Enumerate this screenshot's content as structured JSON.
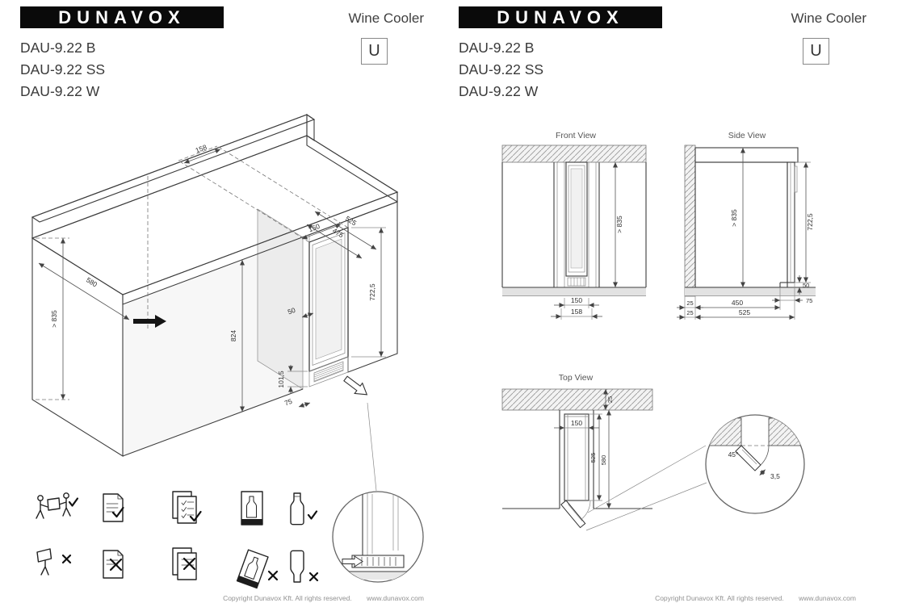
{
  "page_left": {
    "brand": "DUNAVOX",
    "product": "Wine Cooler",
    "models": [
      "DAU-9.22 B",
      "DAU-9.22 SS",
      "DAU-9.22 W"
    ],
    "badge": "U",
    "footer": {
      "copyright": "Copyright Dunavox Kft. All rights reserved.",
      "website": "www.dunavox.com"
    }
  },
  "page_right": {
    "brand": "DUNAVOX",
    "product": "Wine Cooler",
    "models": [
      "DAU-9.22 B",
      "DAU-9.22 SS",
      "DAU-9.22 W"
    ],
    "badge": "U",
    "footer": {
      "copyright": "Copyright Dunavox Kft. All rights reserved.",
      "website": "www.dunavox.com"
    }
  },
  "iso_view": {
    "dims": {
      "backsplash_width": "158",
      "niche_width": "150",
      "depth_total": "525",
      "depth_niche": "475",
      "counter_depth": "580",
      "counter_height": "> 835",
      "niche_height": "824",
      "door_height": "722,5",
      "top_gap": "50",
      "plinth_recess": "75",
      "plinth_height": "101,5"
    }
  },
  "front_view": {
    "title": "Front View",
    "dims": {
      "height": "> 835",
      "width": "150",
      "width_outer": "158"
    }
  },
  "side_view": {
    "title": "Side View",
    "dims": {
      "height": "> 835",
      "door_height": "722,5",
      "gap_back": "25",
      "gap_back2": "25",
      "body_depth": "450",
      "depth_total": "525",
      "plinth_height": "50",
      "plinth_recess": "75"
    }
  },
  "top_view": {
    "title": "Top View",
    "dims": {
      "wall_gap": "25",
      "width": "150",
      "depth": "525",
      "depth_total": "580"
    }
  },
  "door_detail": {
    "angle": "45°",
    "clearance": "3,5"
  }
}
